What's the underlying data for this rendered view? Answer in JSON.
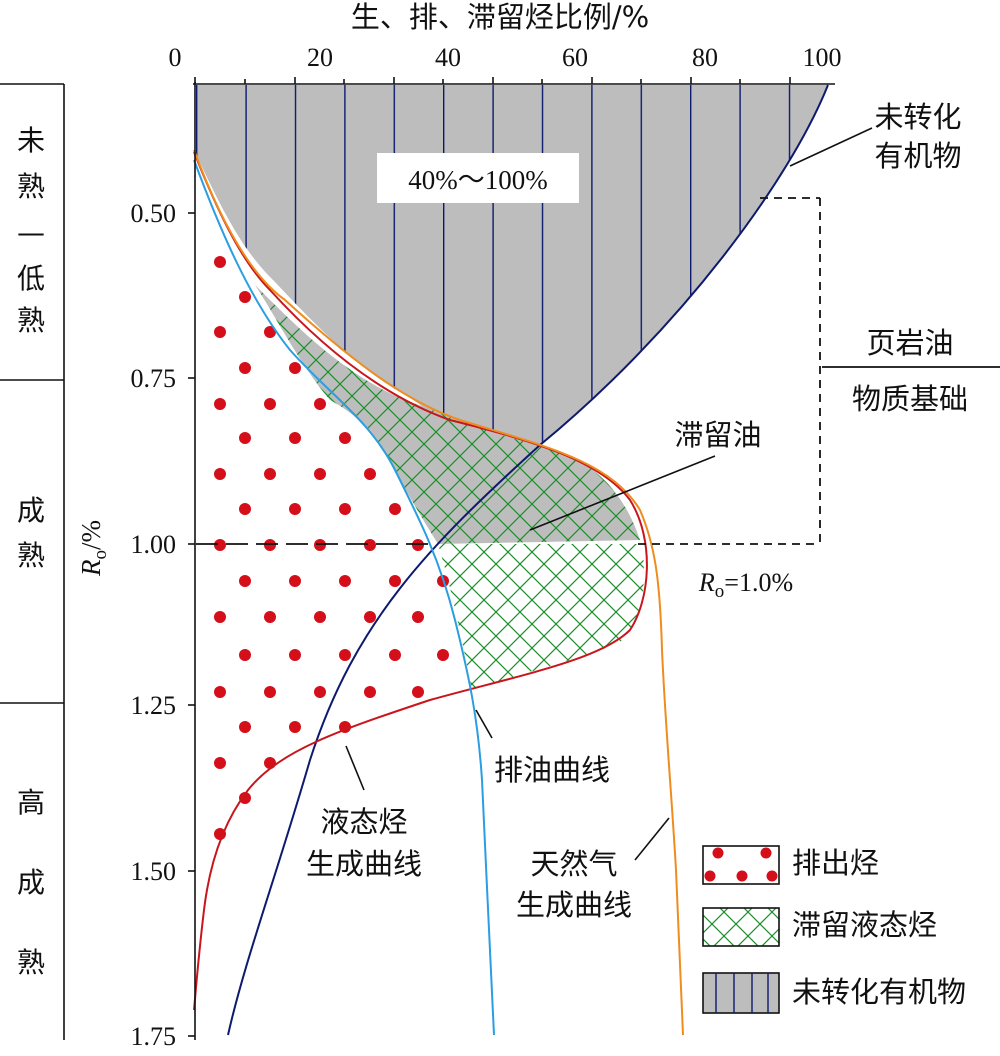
{
  "top_axis": {
    "title": "生、排、滞留烃比例/%",
    "ticks": [
      "0",
      "20",
      "40",
      "60",
      "80",
      "100"
    ]
  },
  "left_axis": {
    "label_main": "R",
    "label_sub": "o",
    "label_suffix": "/%",
    "ticks": [
      "0.50",
      "0.75",
      "1.00",
      "1.25",
      "1.50",
      "1.75"
    ]
  },
  "stages": [
    {
      "id": "stage1",
      "lines": [
        "未",
        "熟",
        "—",
        "低",
        "熟"
      ]
    },
    {
      "id": "stage2",
      "lines": [
        "成",
        "熟"
      ]
    },
    {
      "id": "stage3",
      "lines": [
        "高",
        "成",
        "熟"
      ]
    }
  ],
  "annotations": {
    "range_box": "40%～100%",
    "unconverted_1": "未转化",
    "unconverted_2": "有机物",
    "shale_oil_1": "页岩油",
    "shale_oil_2": "物质基础",
    "retained_oil": "滞留油",
    "ro_line_main": "R",
    "ro_line_sub": "o",
    "ro_line_value": "=1.0%",
    "expulsion_curve": "排油曲线",
    "liquid_gen_1": "液态烃",
    "liquid_gen_2": "生成曲线",
    "gas_gen_1": "天然气",
    "gas_gen_2": "生成曲线"
  },
  "legend": [
    {
      "id": "expelled",
      "label": "排出烃"
    },
    {
      "id": "retained_liquid",
      "label": "滞留液态烃"
    },
    {
      "id": "unconverted_om",
      "label": "未转化有机物"
    }
  ],
  "colors": {
    "unconverted_fill": "#bdbdbd",
    "navy_line": "#0d1a6e",
    "dot_red": "#d40f1a",
    "liquid_curve": "#c8161d",
    "expulsion_curve": "#2a9ee0",
    "gas_curve": "#ef8c1e",
    "crosshatch": "#1a8f2a"
  }
}
